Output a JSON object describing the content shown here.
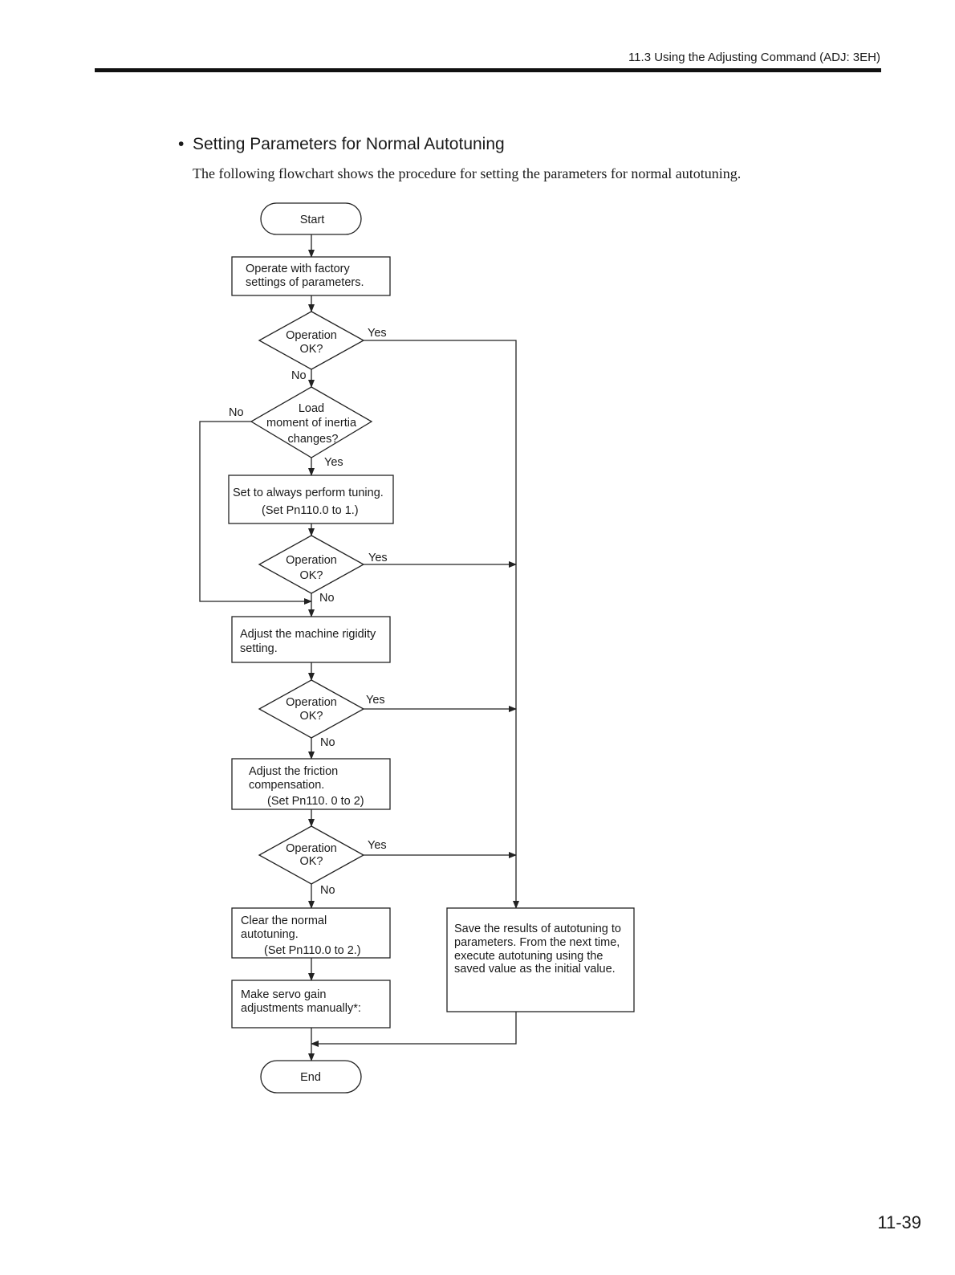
{
  "header": {
    "section": "11.3  Using the Adjusting Command (ADJ: 3EH)"
  },
  "section": {
    "bullet": "•",
    "title": "Setting Parameters for Normal Autotuning",
    "intro": "The following flowchart shows the procedure for setting the parameters for normal autotuning."
  },
  "flowchart": {
    "start": "Start",
    "step1": [
      "Operate with factory",
      "settings of parameters."
    ],
    "decision1": [
      "Operation",
      "OK?"
    ],
    "decision2": [
      "Load",
      "moment of inertia",
      "changes?"
    ],
    "step2": [
      "Set to always perform tuning.",
      "(Set Pn110.0 to 1.)"
    ],
    "decision3": [
      "Operation",
      "OK?"
    ],
    "step3": [
      "Adjust the machine rigidity",
      "setting."
    ],
    "decision4": [
      "Operation",
      "OK?"
    ],
    "step4": [
      "Adjust the friction",
      "compensation.",
      "(Set Pn110. 0 to 2)"
    ],
    "decision5": [
      "Operation",
      "OK?"
    ],
    "step5": [
      "Clear the normal",
      "autotuning.",
      "(Set Pn110.0 to 2.)"
    ],
    "step6": [
      "Make servo gain",
      "adjustments manually*:"
    ],
    "save": [
      "Save the results of autotuning to",
      "parameters. From the next time,",
      "execute autotuning using the",
      "saved  value as the initial value."
    ],
    "end": "End",
    "yes": "Yes",
    "no": "No"
  },
  "page_number": "11-39"
}
